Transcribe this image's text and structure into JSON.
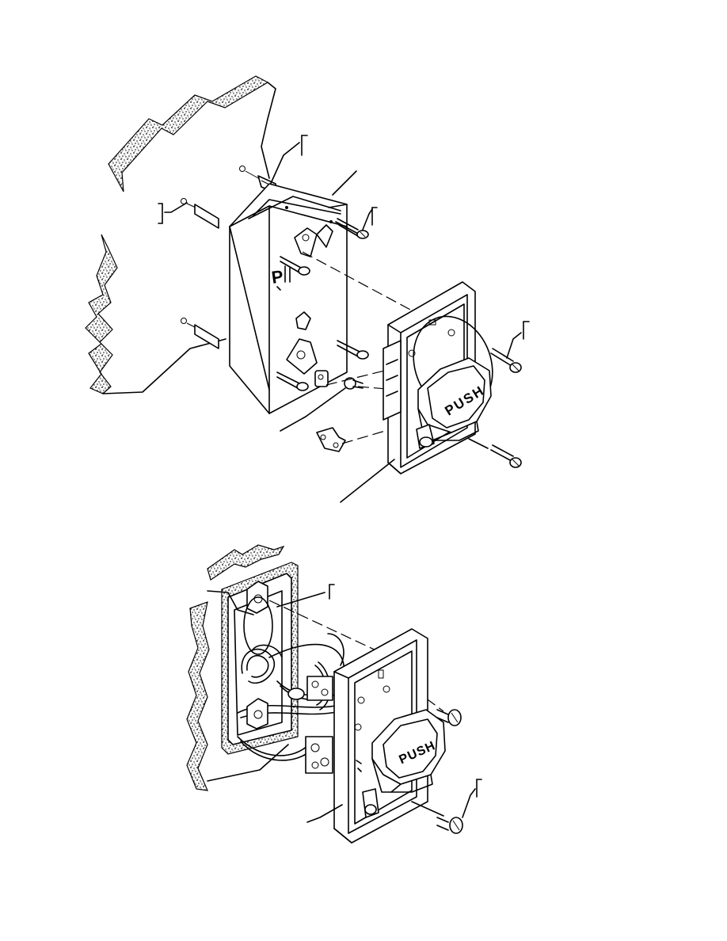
{
  "labels": {
    "box_letter": "P",
    "button_text_upper": "PUSH",
    "button_text_lower": "PUSH"
  },
  "colors": {
    "ink": "#000000",
    "paper": "#ffffff"
  }
}
